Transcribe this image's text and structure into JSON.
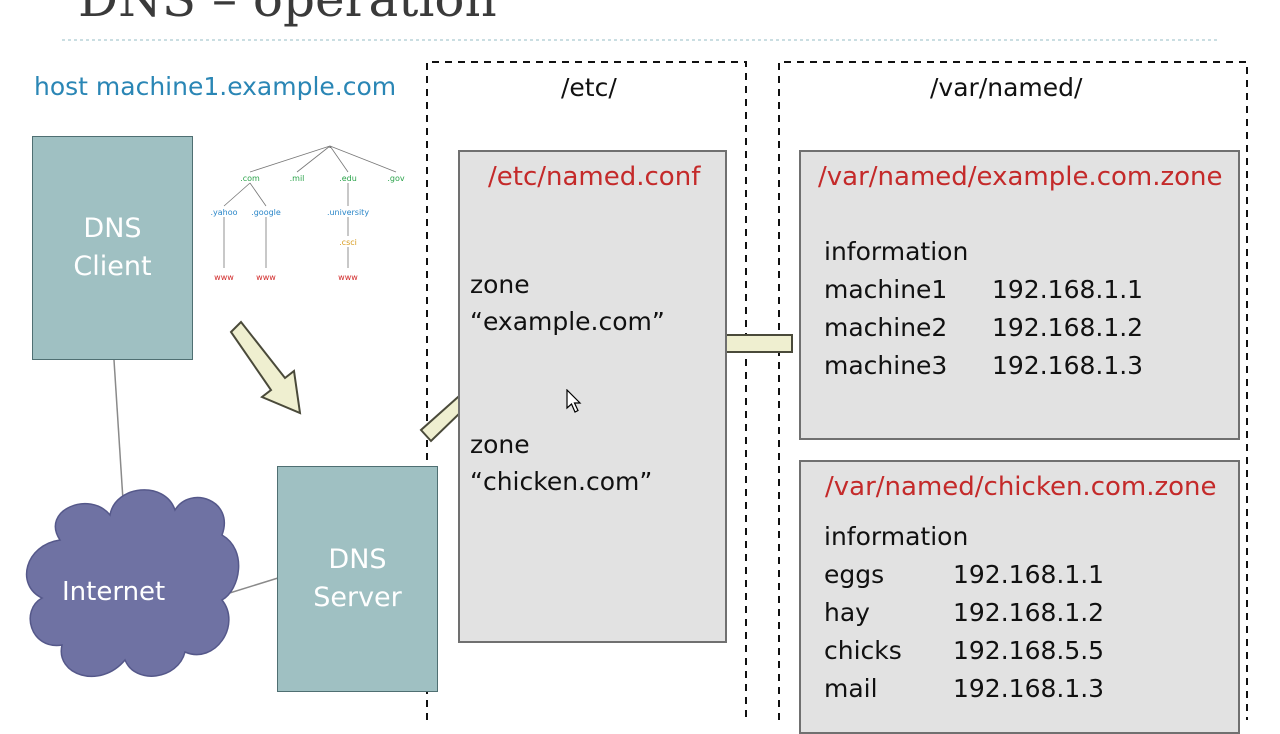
{
  "slide": {
    "title": "DNS – operation",
    "host_command": "host machine1.example.com"
  },
  "client": {
    "line1": "DNS",
    "line2": "Client"
  },
  "server": {
    "line1": "DNS",
    "line2": "Server"
  },
  "internet": {
    "label": "Internet"
  },
  "etc": {
    "dir_label": "/etc/",
    "file": {
      "title": "/etc/named.conf",
      "zone1_keyword": "zone",
      "zone1_name": "“example.com”",
      "zone2_keyword": "zone",
      "zone2_name": "“chicken.com”"
    }
  },
  "var": {
    "dir_label": "/var/named/",
    "example_zone": {
      "title": "/var/named/example.com.zone",
      "heading": "information",
      "records": [
        {
          "name": "machine1",
          "ip": "192.168.1.1"
        },
        {
          "name": "machine2",
          "ip": "192.168.1.2"
        },
        {
          "name": "machine3",
          "ip": "192.168.1.3"
        }
      ]
    },
    "chicken_zone": {
      "title": "/var/named/chicken.com.zone",
      "heading": "information",
      "records": [
        {
          "name": "eggs",
          "ip": "192.168.1.1"
        },
        {
          "name": "hay",
          "ip": "192.168.1.2"
        },
        {
          "name": "chicks",
          "ip": "192.168.5.5"
        },
        {
          "name": "mail",
          "ip": "192.168.1.3"
        }
      ]
    }
  },
  "tree": {
    "root": ".",
    "tlds": [
      ".com",
      ".mil",
      ".edu",
      ".gov"
    ],
    "com_children": [
      ".yahoo",
      ".google"
    ],
    "edu_children": [
      ".university"
    ],
    "university_children": [
      ".csci"
    ],
    "leaves": [
      "www",
      "www",
      "www"
    ]
  },
  "colors": {
    "teal_box": "#9fc0c2",
    "cloud": "#6f72a3",
    "grey_box": "#e2e2e2",
    "file_title_red": "#c42a2a",
    "host_blue": "#2a86b5",
    "arrow_fill": "#efefd0"
  }
}
